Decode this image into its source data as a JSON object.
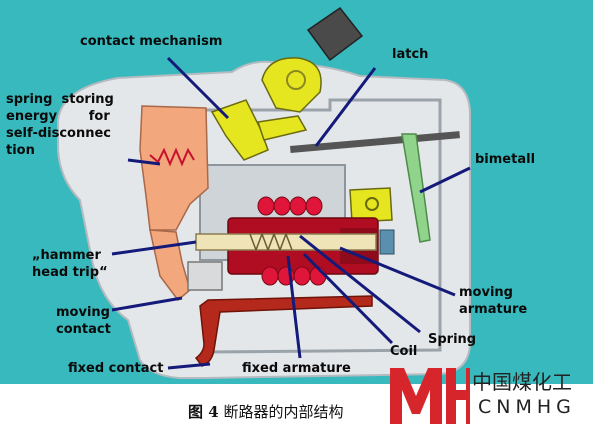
{
  "labels": {
    "contact_mechanism": "contact mechanism",
    "latch": "latch",
    "spring_storing": "spring storing energy for self-disconnection",
    "spring_storing_lines": [
      "spring  storing",
      "energy       for",
      "self-disconnec",
      "tion"
    ],
    "bimetall": "bimetall",
    "hammer_head_trip_lines": [
      "„hammer",
      "head trip“"
    ],
    "moving_contact_lines": [
      "moving",
      "contact"
    ],
    "fixed_contact": "fixed contact",
    "fixed_armature": "fixed armature",
    "coil": "Coil",
    "spring": "Spring",
    "moving_armature_lines": [
      "moving",
      "armature"
    ]
  },
  "caption": {
    "figure_number": "图 4",
    "text": "断路器的内部结构"
  },
  "watermark": {
    "chinese": "中国煤化工",
    "english": "CNMHG"
  },
  "colors": {
    "background": "#37b9bd",
    "housing": "#e4e7ea",
    "leader": "#141a7a",
    "coil": "#c8102e",
    "latch_yellow": "#e6e620",
    "spring_orange": "#f3a77c",
    "bimetal_green": "#8fd48a",
    "watermark_red": "#d7262b"
  }
}
